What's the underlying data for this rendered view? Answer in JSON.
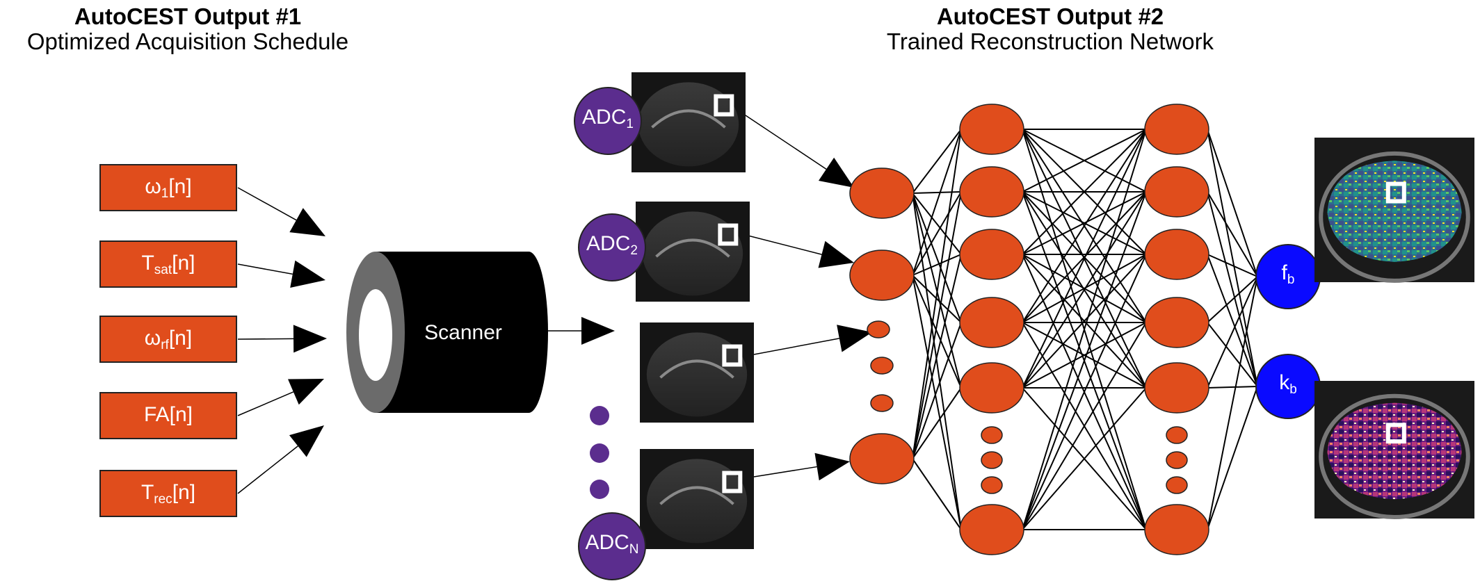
{
  "header_left": {
    "title": "AutoCEST Output #1",
    "subtitle": "Optimized Acquisition Schedule"
  },
  "header_right": {
    "title": "AutoCEST Output #2",
    "subtitle": "Trained Reconstruction Network"
  },
  "schedule_params": [
    {
      "base": "ω",
      "sub": "1",
      "suffix": "[n]"
    },
    {
      "base": "T",
      "sub": "sat",
      "suffix": "[n]"
    },
    {
      "base": "ω",
      "sub": "rf",
      "suffix": "[n]"
    },
    {
      "base": "FA[n]",
      "sub": "",
      "suffix": ""
    },
    {
      "base": "T",
      "sub": "rec",
      "suffix": "[n]"
    }
  ],
  "scanner": {
    "label": "Scanner"
  },
  "adc_labels": [
    {
      "base": "ADC",
      "sub": "1"
    },
    {
      "base": "ADC",
      "sub": "2"
    },
    {
      "base": "ADC",
      "sub": "N"
    }
  ],
  "outputs": [
    {
      "base": "f",
      "sub": "b"
    },
    {
      "base": "k",
      "sub": "b"
    }
  ],
  "colors": {
    "param_box": "#e04d1c",
    "neuron": "#e04d1c",
    "adc": "#5b2d8e",
    "output": "#0a0aff",
    "scanner": "#000000"
  }
}
